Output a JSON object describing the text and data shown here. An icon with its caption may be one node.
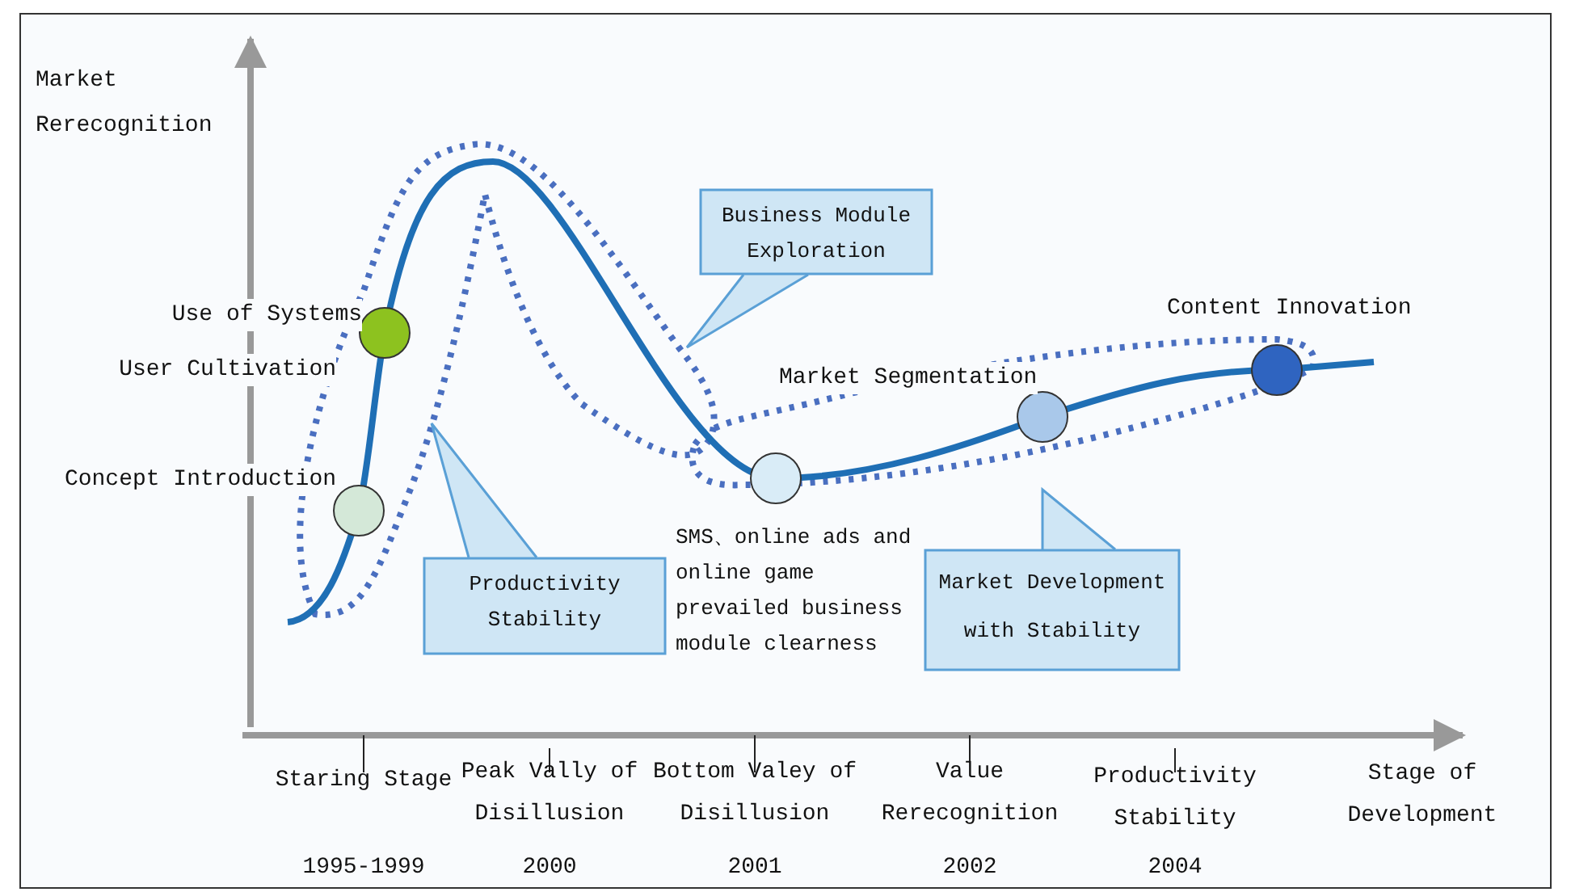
{
  "diagram": {
    "nodes": [
      {
        "text": [],
        "shape": "circle",
        "beside": [
          "Concept Introduction"
        ]
      },
      {
        "text": [],
        "shape": "circle",
        "beside": [
          "Use of Systems",
          "User Cultivation"
        ]
      },
      {
        "text": [],
        "shape": "circle",
        "beside": [
          "SMS、online ads and online game prevailed business module clearness"
        ]
      },
      {
        "text": [],
        "shape": "circle",
        "beside": [
          "Market Segmentation"
        ]
      },
      {
        "text": [],
        "shape": "circle",
        "beside": [
          "Content Innovation"
        ]
      },
      {
        "text": [
          "Business Module Exploration"
        ]
      },
      {
        "text": [
          "Productivity Stability"
        ]
      },
      {
        "text": [
          "Market Development with Stability"
        ]
      }
    ],
    "labels": [
      "Market Rerecognition",
      "Staring Stage",
      "Peak Vally of Disillusion",
      "Bottom Valey of Disillusion",
      "Value Rerecognition",
      "Productivity Stability",
      "Stage of Development",
      "1995-1999",
      "2000",
      "2001",
      "2002",
      "2004"
    ]
  }
}
